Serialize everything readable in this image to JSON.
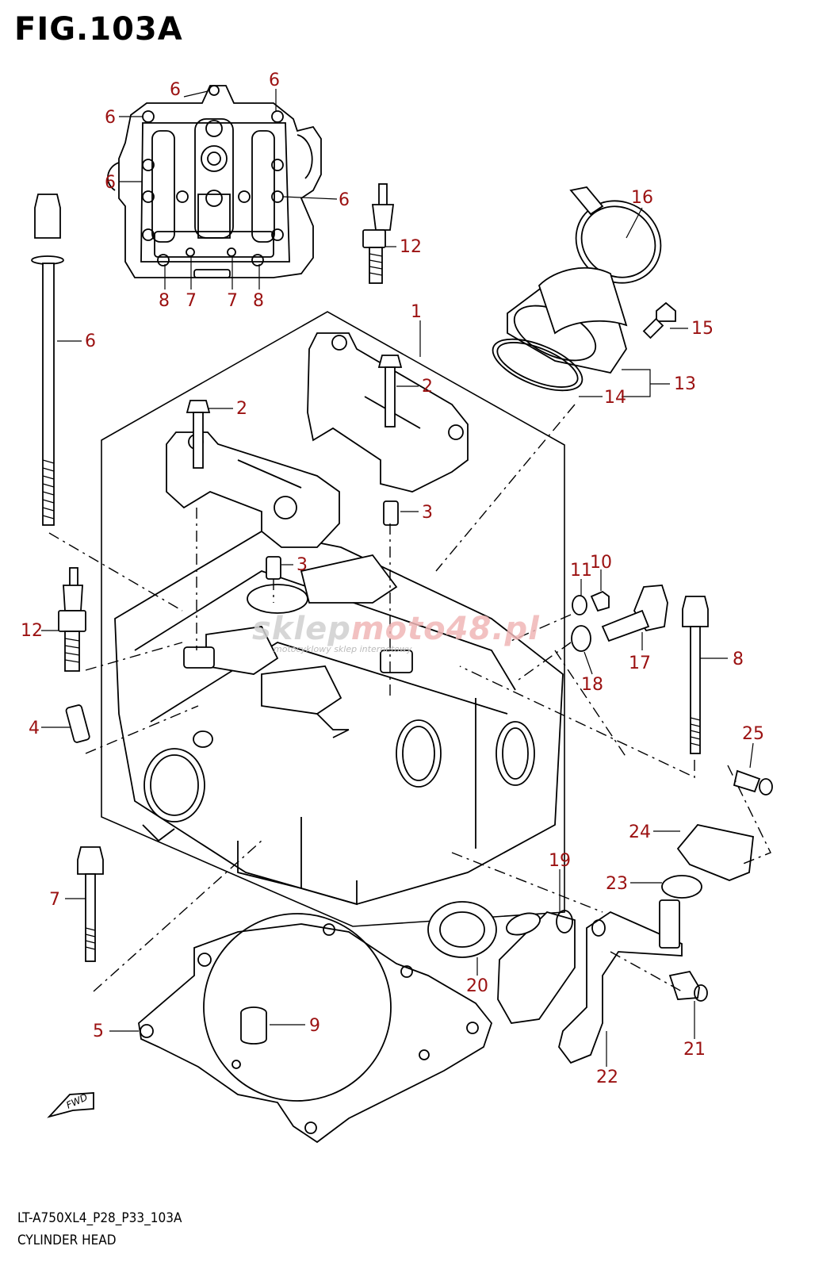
{
  "figure": {
    "title": "FIG.103A",
    "code": "LT-A750XL4_P28_P33_103A",
    "name": "CYLINDER HEAD",
    "forward_label": "FWD",
    "watermark": {
      "main": "sklep",
      "accent": "moto48.pl",
      "sub": "motocyklowy sklep internetowy"
    }
  },
  "callouts": [
    {
      "num": "1"
    },
    {
      "num": "2"
    },
    {
      "num": "2"
    },
    {
      "num": "3"
    },
    {
      "num": "3"
    },
    {
      "num": "4"
    },
    {
      "num": "5"
    },
    {
      "num": "6"
    },
    {
      "num": "6"
    },
    {
      "num": "6"
    },
    {
      "num": "6"
    },
    {
      "num": "6"
    },
    {
      "num": "6"
    },
    {
      "num": "7"
    },
    {
      "num": "7"
    },
    {
      "num": "7"
    },
    {
      "num": "8"
    },
    {
      "num": "8"
    },
    {
      "num": "8"
    },
    {
      "num": "9"
    },
    {
      "num": "10"
    },
    {
      "num": "11"
    },
    {
      "num": "12"
    },
    {
      "num": "12"
    },
    {
      "num": "13"
    },
    {
      "num": "14"
    },
    {
      "num": "15"
    },
    {
      "num": "16"
    },
    {
      "num": "17"
    },
    {
      "num": "18"
    },
    {
      "num": "19"
    },
    {
      "num": "20"
    },
    {
      "num": "21"
    },
    {
      "num": "22"
    },
    {
      "num": "23"
    },
    {
      "num": "24"
    },
    {
      "num": "25"
    }
  ],
  "colors": {
    "callout": "#9b1111",
    "line": "#000000",
    "background": "#ffffff"
  }
}
